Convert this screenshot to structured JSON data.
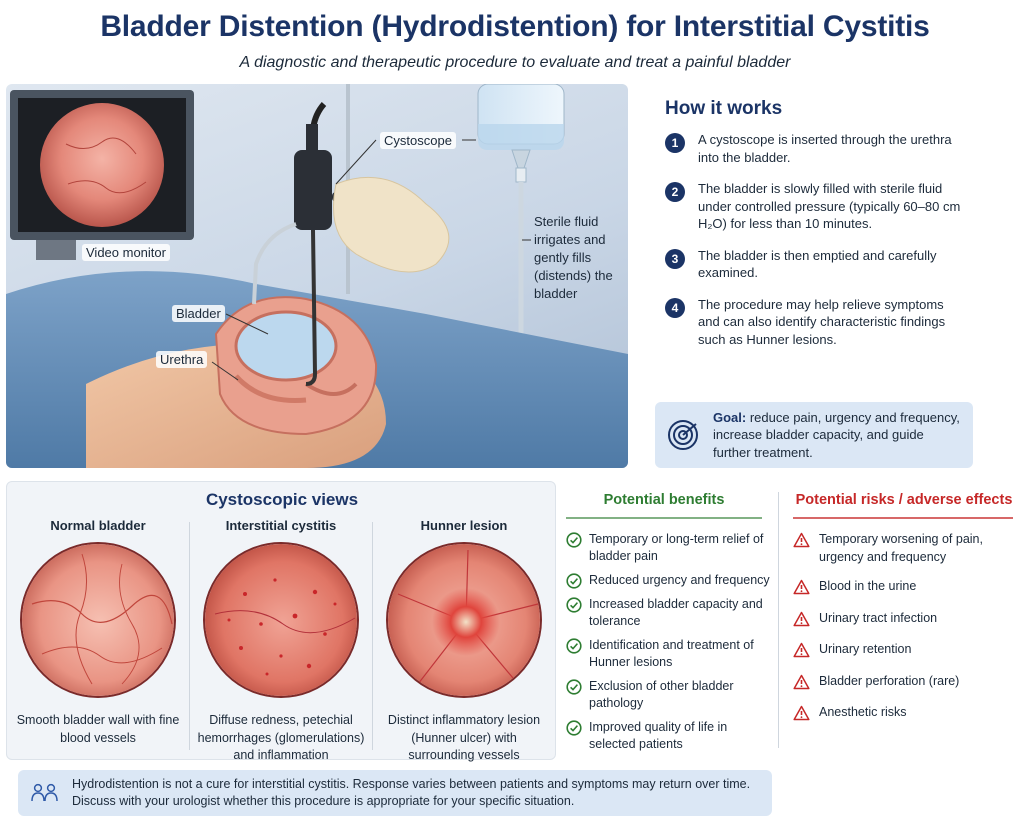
{
  "header": {
    "title": "Bladder Distention (Hydrodistention) for Interstitial Cystitis",
    "subtitle": "A diagnostic and therapeutic procedure to evaluate and treat a painful bladder"
  },
  "illustration": {
    "labels": {
      "cystoscope": "Cystoscope",
      "video_monitor": "Video monitor",
      "bladder": "Bladder",
      "urethra": "Urethra",
      "fluid_line1": "Sterile fluid",
      "fluid_line2": "irrigates and",
      "fluid_line3": "gently fills",
      "fluid_line4": "(distends) the",
      "fluid_line5": "bladder"
    }
  },
  "how_it_works": {
    "title": "How it works",
    "steps": [
      {
        "num": "1",
        "text": "A cystoscope is inserted through the urethra into the bladder."
      },
      {
        "num": "2",
        "text": "The bladder is slowly filled with sterile fluid under controlled pressure (typically 60–80 cm H₂O) for less than 10 minutes."
      },
      {
        "num": "3",
        "text": "The bladder is then emptied and carefully examined."
      },
      {
        "num": "4",
        "text": "The procedure may help relieve symptoms and can also identify characteristic findings such as Hunner lesions."
      }
    ],
    "goal_label": "Goal:",
    "goal_text": " reduce pain, urgency and frequency, increase bladder capacity, and guide further treatment."
  },
  "cystoscopic_views": {
    "title": "Cystoscopic views",
    "views": [
      {
        "label": "Normal bladder",
        "caption": "Smooth bladder wall with fine blood vessels"
      },
      {
        "label": "Interstitial cystitis",
        "caption": "Diffuse redness, petechial hemorrhages (glomerulations) and inflammation"
      },
      {
        "label": "Hunner lesion",
        "caption": "Distinct inflammatory lesion (Hunner ulcer) with surrounding vessels"
      }
    ]
  },
  "benefits": {
    "title": "Potential benefits",
    "color": "#2e7d32",
    "items": [
      "Temporary or long-term relief of bladder pain",
      "Reduced urgency and frequency",
      "Increased bladder capacity and tolerance",
      "Identification and treatment of Hunner lesions",
      "Exclusion of other bladder pathology",
      "Improved quality of life in selected patients"
    ]
  },
  "risks": {
    "title": "Potential risks / adverse effects",
    "color": "#c62828",
    "items": [
      "Temporary worsening of pain, urgency and frequency",
      "Blood in the urine",
      "Urinary tract infection",
      "Urinary retention",
      "Bladder perforation (rare)",
      "Anesthetic risks"
    ]
  },
  "note": {
    "line1": "Hydrodistention is not a cure for interstitial cystitis. Response varies between patients and symptoms may return over time.",
    "line2": "Discuss with your urologist whether this procedure is appropriate for your specific situation."
  },
  "icons": {
    "step_badge": "numbered-circle",
    "goal": "target-icon",
    "benefit": "check-circle-icon",
    "risk": "warning-triangle-icon",
    "note": "people-icon"
  }
}
